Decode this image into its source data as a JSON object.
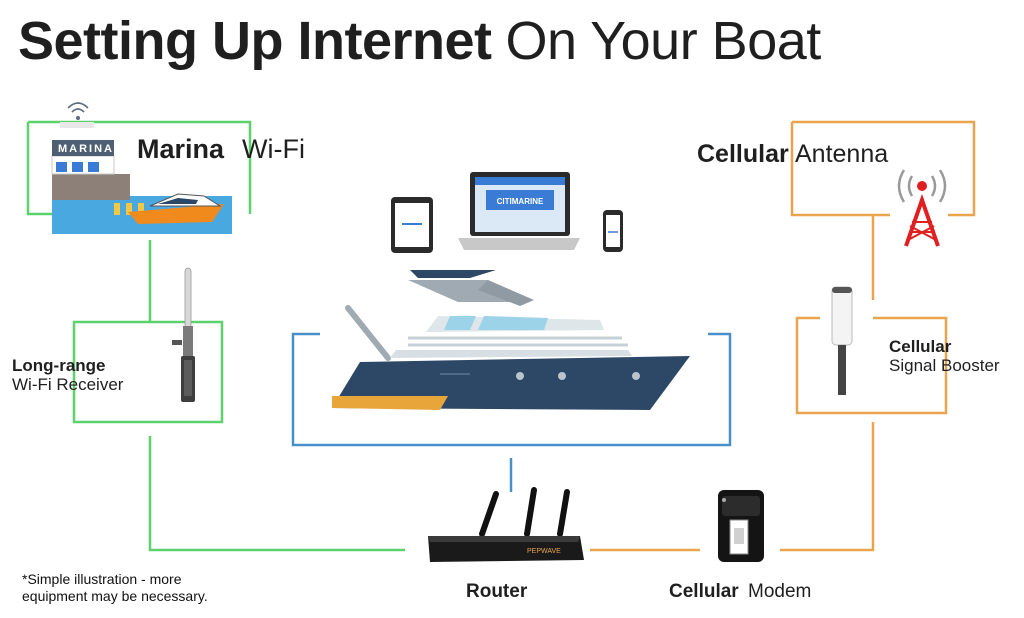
{
  "title": {
    "bold": "Setting Up Internet",
    "light": "On Your Boat"
  },
  "nodes": {
    "marina_wifi": {
      "bold": "Marina",
      "light": "Wi-Fi",
      "sign_text": "MARINA"
    },
    "cellular_antenna": {
      "bold": "Cellular",
      "light": "Antenna"
    },
    "long_range": {
      "bold": "Long-range",
      "light": "Wi-Fi Receiver"
    },
    "signal_booster": {
      "bold": "Cellular",
      "light": "Signal Booster"
    },
    "router": {
      "bold": "Router",
      "brand": "PEPWAVE"
    },
    "modem": {
      "bold": "Cellular",
      "light": "Modem"
    },
    "devices": {
      "laptop_brand": "CITIMARINE"
    }
  },
  "footnote": {
    "line1": "*Simple illustration - more",
    "line2": "equipment may be necessary."
  },
  "colors": {
    "wifi": "#5cd36a",
    "cellular": "#e9a44e",
    "boat": "#4a90c8",
    "navy": "#2d4766",
    "red": "#e02020"
  }
}
